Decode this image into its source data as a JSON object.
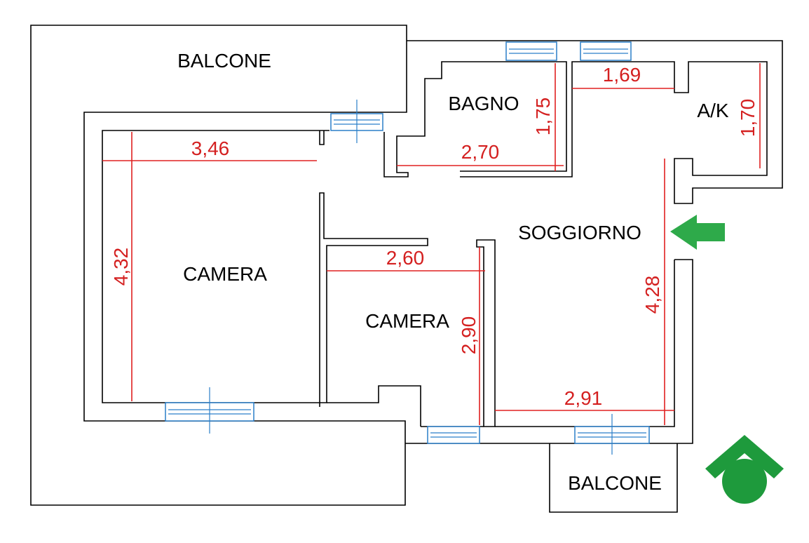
{
  "rooms": {
    "balcony_top": "BALCONE",
    "bathroom": "BAGNO",
    "kitchenette": "A/K",
    "living_room": "SOGGIORNO",
    "bedroom_large": "CAMERA",
    "bedroom_small": "CAMERA",
    "balcony_bottom": "BALCONE"
  },
  "dimensions": {
    "bedroom_large_width": "3,46",
    "bedroom_large_depth": "4,32",
    "bathroom_width": "2,70",
    "bathroom_depth": "1,75",
    "kitchenette_width": "1,69",
    "kitchenette_depth": "1,70",
    "bedroom_small_width": "2,60",
    "bedroom_small_depth": "2,90",
    "living_room_width": "2,91",
    "living_room_depth": "4,28"
  },
  "colors": {
    "walls": "#000000",
    "dimension_lines": "#e02020",
    "windows": "#2a7fc9",
    "entrance_arrow": "#2eaa4a",
    "logo": "#1e9a3c"
  },
  "icons": {
    "entrance": "entrance-arrow-icon",
    "logo": "agency-logo-icon"
  }
}
